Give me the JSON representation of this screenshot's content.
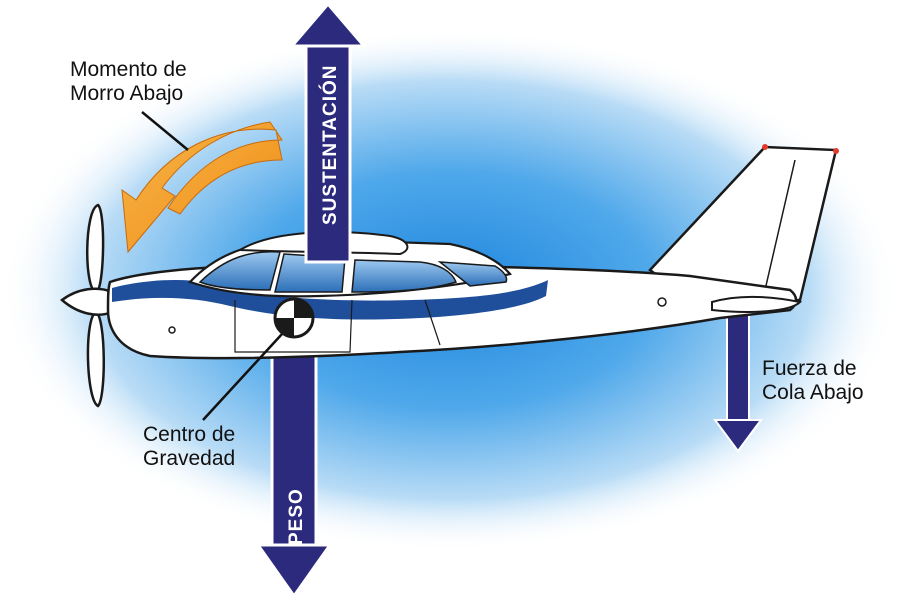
{
  "diagram": {
    "arrows": {
      "lift_label": "SUSTENTACIÓN",
      "weight_label": "PESO"
    },
    "labels": {
      "nose_down_moment": [
        "Momento de",
        "Morro Abajo"
      ],
      "center_of_gravity": [
        "Centro de",
        "Gravedad"
      ],
      "tail_down_force": [
        "Fuerza de",
        "Cola Abajo"
      ]
    },
    "colors": {
      "force_arrow": "#2c2a7c",
      "moment_arrow": "#f39a1e",
      "sky_glow": "#2b8fe0",
      "fuselage": "#ffffff",
      "stripe": "#1f4f9a",
      "outline": "#1a1a1a"
    }
  }
}
